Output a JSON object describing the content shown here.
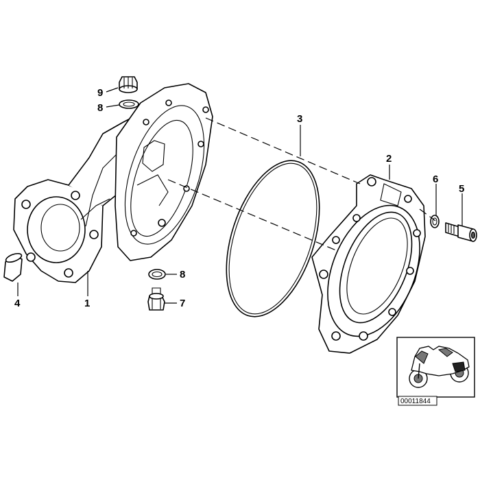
{
  "diagram": {
    "callouts": {
      "housing": "1",
      "cover": "2",
      "o_ring": "3",
      "sleeve": "4",
      "screw": "5",
      "washer": "6",
      "plug_lower": "7",
      "seal_upper": "8",
      "seal_lower": "8",
      "plug_upper": "9"
    },
    "reference_number": "00011844",
    "colors": {
      "line": "#000000",
      "shade": "#777777",
      "background": "#ffffff"
    }
  }
}
